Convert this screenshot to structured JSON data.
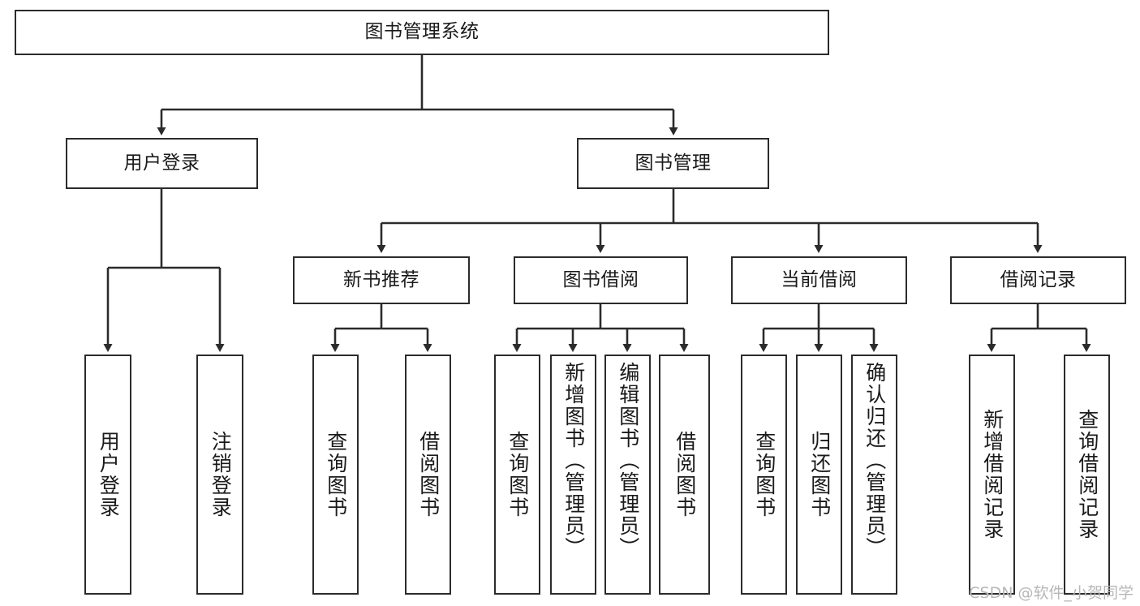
{
  "diagram": {
    "title": "图书管理系统",
    "type": "tree-hierarchy",
    "watermark": "CSDN @软件_小贺同学",
    "colors": {
      "box_border": "#2b2b2b",
      "box_fill": "#ffffff",
      "edge": "#2b2b2b",
      "text": "#1a1a1a",
      "watermark": "#b7b7b7",
      "background": "#ffffff"
    }
  },
  "nodes": {
    "root": {
      "label": "图书管理系统"
    },
    "level2": [
      {
        "label": "用户登录"
      },
      {
        "label": "图书管理"
      }
    ],
    "level3": [
      {
        "label": "新书推荐"
      },
      {
        "label": "图书借阅"
      },
      {
        "label": "当前借阅"
      },
      {
        "label": "借阅记录"
      }
    ],
    "leaves": {
      "user_login": [
        {
          "label": "用户登录"
        },
        {
          "label": "注销登录"
        }
      ],
      "new_book_recommend": [
        {
          "label": "查询图书"
        },
        {
          "label": "借阅图书"
        }
      ],
      "book_borrow": [
        {
          "label": "查询图书"
        },
        {
          "label": "新增图书（管理员）"
        },
        {
          "label": "编辑图书（管理员）"
        },
        {
          "label": "借阅图书"
        }
      ],
      "current_borrow": [
        {
          "label": "查询图书"
        },
        {
          "label": "归还图书"
        },
        {
          "label": "确认归还（管理员）"
        }
      ],
      "borrow_record": [
        {
          "label": "新增借阅记录"
        },
        {
          "label": "查询借阅记录"
        }
      ]
    }
  }
}
